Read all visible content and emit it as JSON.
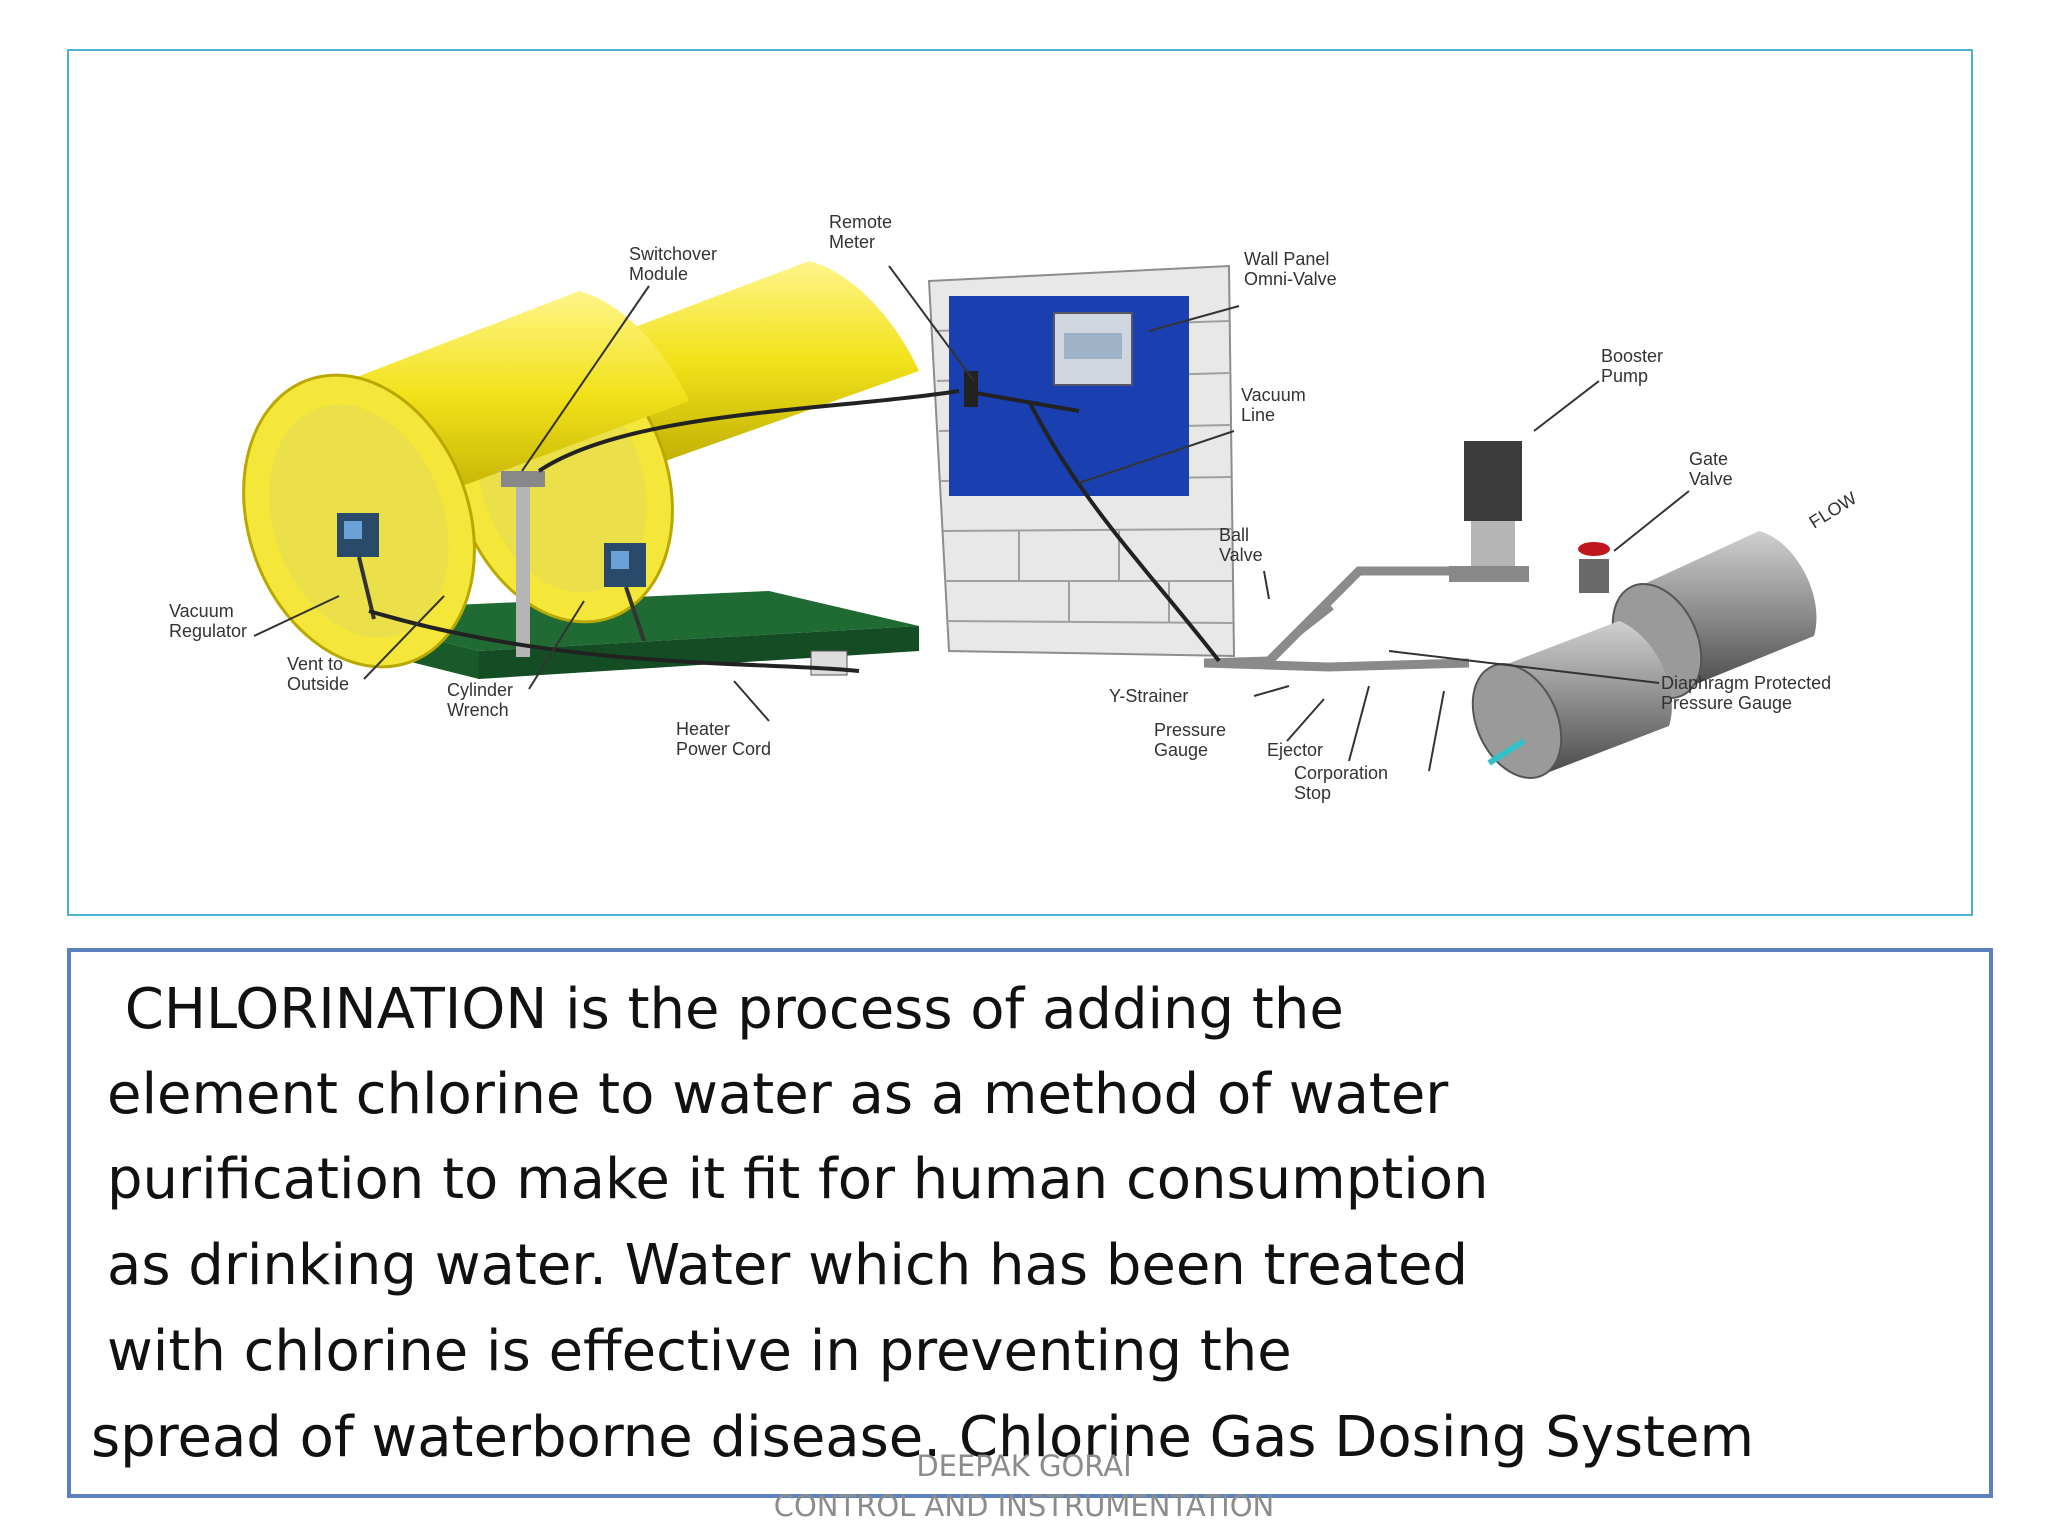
{
  "diagram": {
    "labels": {
      "remote_meter": [
        "Remote",
        "Meter"
      ],
      "switchover_module": [
        "Switchover",
        "Module"
      ],
      "wall_panel": [
        "Wall Panel",
        "Omni-Valve"
      ],
      "booster_pump": [
        "Booster",
        "Pump"
      ],
      "vacuum_line": [
        "Vacuum",
        "Line"
      ],
      "gate_valve": [
        "Gate",
        "Valve"
      ],
      "flow": "FLOW",
      "ball_valve": [
        "Ball",
        "Valve"
      ],
      "vacuum_regulator": [
        "Vacuum",
        "Regulator"
      ],
      "vent_to_outside": [
        "Vent to",
        "Outside"
      ],
      "cylinder_wrench": [
        "Cylinder",
        "Wrench"
      ],
      "heater_power_cord": [
        "Heater",
        "Power Cord"
      ],
      "y_strainer": "Y-Strainer",
      "pressure_gauge": [
        "Pressure",
        "Gauge"
      ],
      "ejector": "Ejector",
      "corporation_stop": [
        "Corporation",
        "Stop"
      ],
      "diaphragm_gauge": [
        "Diaphragm Protected",
        "Pressure Gauge"
      ]
    },
    "colors": {
      "cylinder": "#f2e21a",
      "skid": "#1f6b33",
      "wall_panel": "#1a3fb0",
      "pipe": "#8a8a8a",
      "frame": "#4fb3d6"
    }
  },
  "description": {
    "lines": [
      " CHLORINATION is the process of adding the",
      "element chlorine to water as a method of water",
      "purification to make it fit for human consumption",
      "as drinking water. Water which has been treated",
      "with chlorine is effective in preventing the",
      "spread of waterborne disease. Chlorine Gas Dosing System"
    ]
  },
  "footer": {
    "author": "DEEPAK GORAI",
    "department": "CONTROL AND INSTRUMENTATION"
  }
}
